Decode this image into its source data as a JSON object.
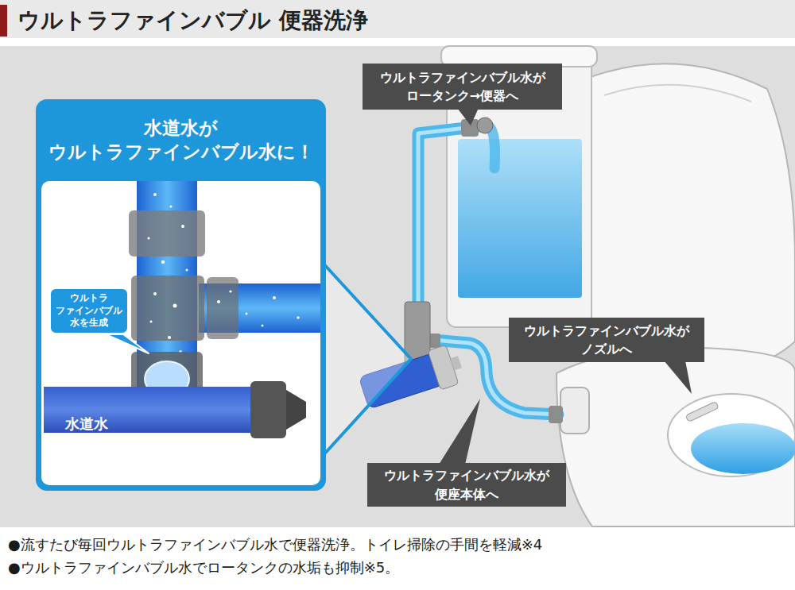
{
  "diagram": {
    "title": "ウルトラファインバブル 便器洗浄",
    "nodes": [
      {
        "text": [
          "水道水が ウルトラファインバブル水に！"
        ]
      },
      {
        "text": [
          "ウルトラ ファインバブル 水を生成"
        ],
        "in": 0
      },
      {
        "text": [
          "ウルトラファインバブル水が ロータンク→便器へ"
        ]
      },
      {
        "text": [
          "ウルトラファインバブル水が ノズルへ"
        ]
      },
      {
        "text": [
          "ウルトラファインバブル水が 便座本体へ"
        ]
      }
    ],
    "labels": [
      "水道水",
      "●流すたび毎回ウルトラファインバブル水で便器洗浄。トイレ掃除の手間を軽減※4",
      "●ウルトラファインバブル水でロータンクの水垢も抑制※5。"
    ]
  }
}
